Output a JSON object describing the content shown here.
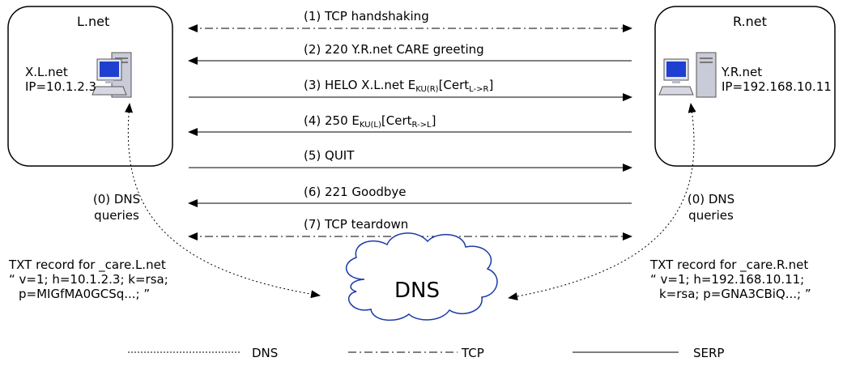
{
  "left_host": {
    "network": "L.net",
    "hostname": "X.L.net",
    "ip": "IP=10.1.2.3",
    "dns_label_line1": "(0) DNS",
    "dns_label_line2": "queries",
    "txt_title": "TXT record for _care.L.net",
    "txt_line1": "“ v=1; h=10.1.2.3; k=rsa;",
    "txt_line2": "p=MIGfMA0GCSq...; ”"
  },
  "right_host": {
    "network": "R.net",
    "hostname": "Y.R.net",
    "ip": "IP=192.168.10.11",
    "dns_label_line1": "(0) DNS",
    "dns_label_line2": "queries",
    "txt_title": "TXT record for _care.R.net",
    "txt_line1": "“ v=1; h=192.168.10.11;",
    "txt_line2": "k=rsa; p=GNA3CBiQ...; ”"
  },
  "dns_server": {
    "label": "DNS"
  },
  "messages": [
    {
      "text": "(1) TCP handshaking",
      "direction": "both",
      "style": "dash-dot"
    },
    {
      "text": "(2) 220 Y.R.net CARE greeting",
      "direction": "left",
      "style": "solid"
    },
    {
      "text": "(3) HELO X.L.net E",
      "sub1": "KU(R)",
      "mid": "[Cert",
      "sub2": "L->R",
      "end": "]",
      "direction": "right",
      "style": "solid"
    },
    {
      "text": "(4) 250 E",
      "sub1": "KU(L)",
      "mid": "[Cert",
      "sub2": "R->L",
      "end": "]",
      "direction": "left",
      "style": "solid"
    },
    {
      "text": "(5) QUIT",
      "direction": "right",
      "style": "solid"
    },
    {
      "text": "(6) 221 Goodbye",
      "direction": "left",
      "style": "solid"
    },
    {
      "text": "(7) TCP teardown",
      "direction": "both",
      "style": "dash-dot"
    }
  ],
  "legend": [
    {
      "label": "DNS",
      "style": "dotted"
    },
    {
      "label": "TCP",
      "style": "dash-dot"
    },
    {
      "label": "SERP",
      "style": "solid"
    }
  ]
}
